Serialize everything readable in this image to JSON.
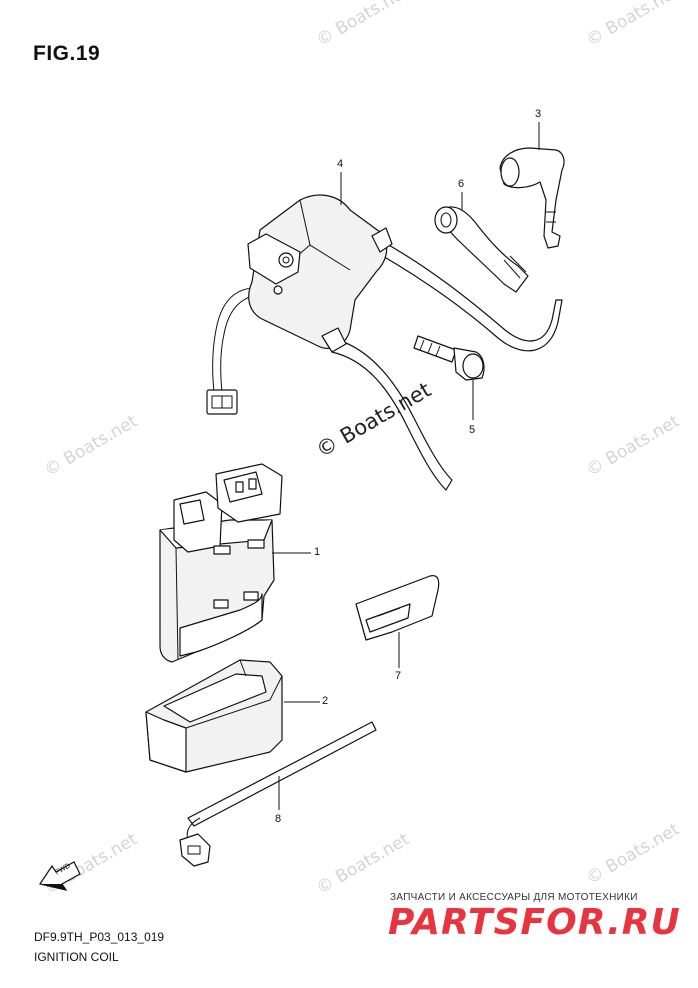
{
  "figure": {
    "title": "FIG.19",
    "code": "DF9.9TH_P03_013_019",
    "name": "IGNITION COIL"
  },
  "watermark": {
    "text": "© Boats.net",
    "center_text": "© Boats.net"
  },
  "callouts": [
    "1",
    "2",
    "3",
    "4",
    "5",
    "6",
    "7",
    "8"
  ],
  "fwd_label": "FWD",
  "brand": {
    "subtitle": "ЗАПЧАСТИ И АКСЕССУАРЫ ДЛЯ МОТОТЕХНИКИ",
    "name": "PARTSFOR.RU",
    "color": "#e7343f"
  }
}
